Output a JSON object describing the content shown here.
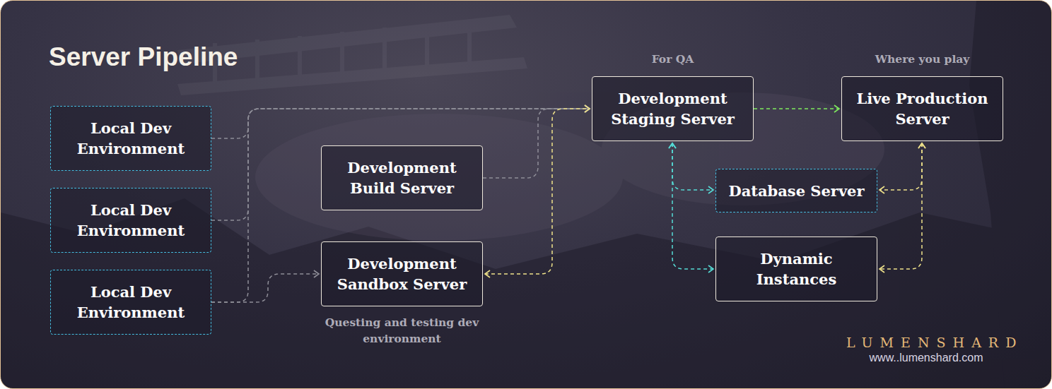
{
  "diagram": {
    "title": "Server Pipeline",
    "nodes": [
      {
        "text": [
          "Local Dev Environment"
        ]
      },
      {
        "text": [
          "Local Dev Environment"
        ]
      },
      {
        "text": [
          "Local Dev Environment"
        ]
      },
      {
        "text": [
          "Development Build Server"
        ]
      },
      {
        "text": [
          "Development Sandbox Server",
          "Questing and testing dev environment"
        ]
      },
      {
        "text": [
          "For QA",
          "Development Staging Server"
        ]
      },
      {
        "text": [
          "Where you play",
          "Live Production Server"
        ]
      },
      {
        "text": [
          "Database Server"
        ]
      },
      {
        "text": [
          "Dynamic Instances"
        ]
      }
    ],
    "edges": [
      {
        "from": 0,
        "to": 5,
        "arrow": "to"
      },
      {
        "from": 1,
        "to": 5,
        "arrow": "to"
      },
      {
        "from": 2,
        "to": 5,
        "arrow": "to"
      },
      {
        "from": 2,
        "to": 4,
        "arrow": "to"
      },
      {
        "from": 3,
        "to": 5,
        "arrow": "to"
      },
      {
        "from": 4,
        "to": 5,
        "arrow": "both"
      },
      {
        "from": 5,
        "to": 6,
        "arrow": "to"
      },
      {
        "from": 5,
        "to": 7,
        "arrow": "both"
      },
      {
        "from": 5,
        "to": 8,
        "arrow": "both"
      },
      {
        "from": 6,
        "to": 7,
        "arrow": "both"
      },
      {
        "from": 6,
        "to": 8,
        "arrow": "both"
      }
    ],
    "labels": [
      "LUMENSHARD",
      "www..lumenshard.com"
    ]
  }
}
